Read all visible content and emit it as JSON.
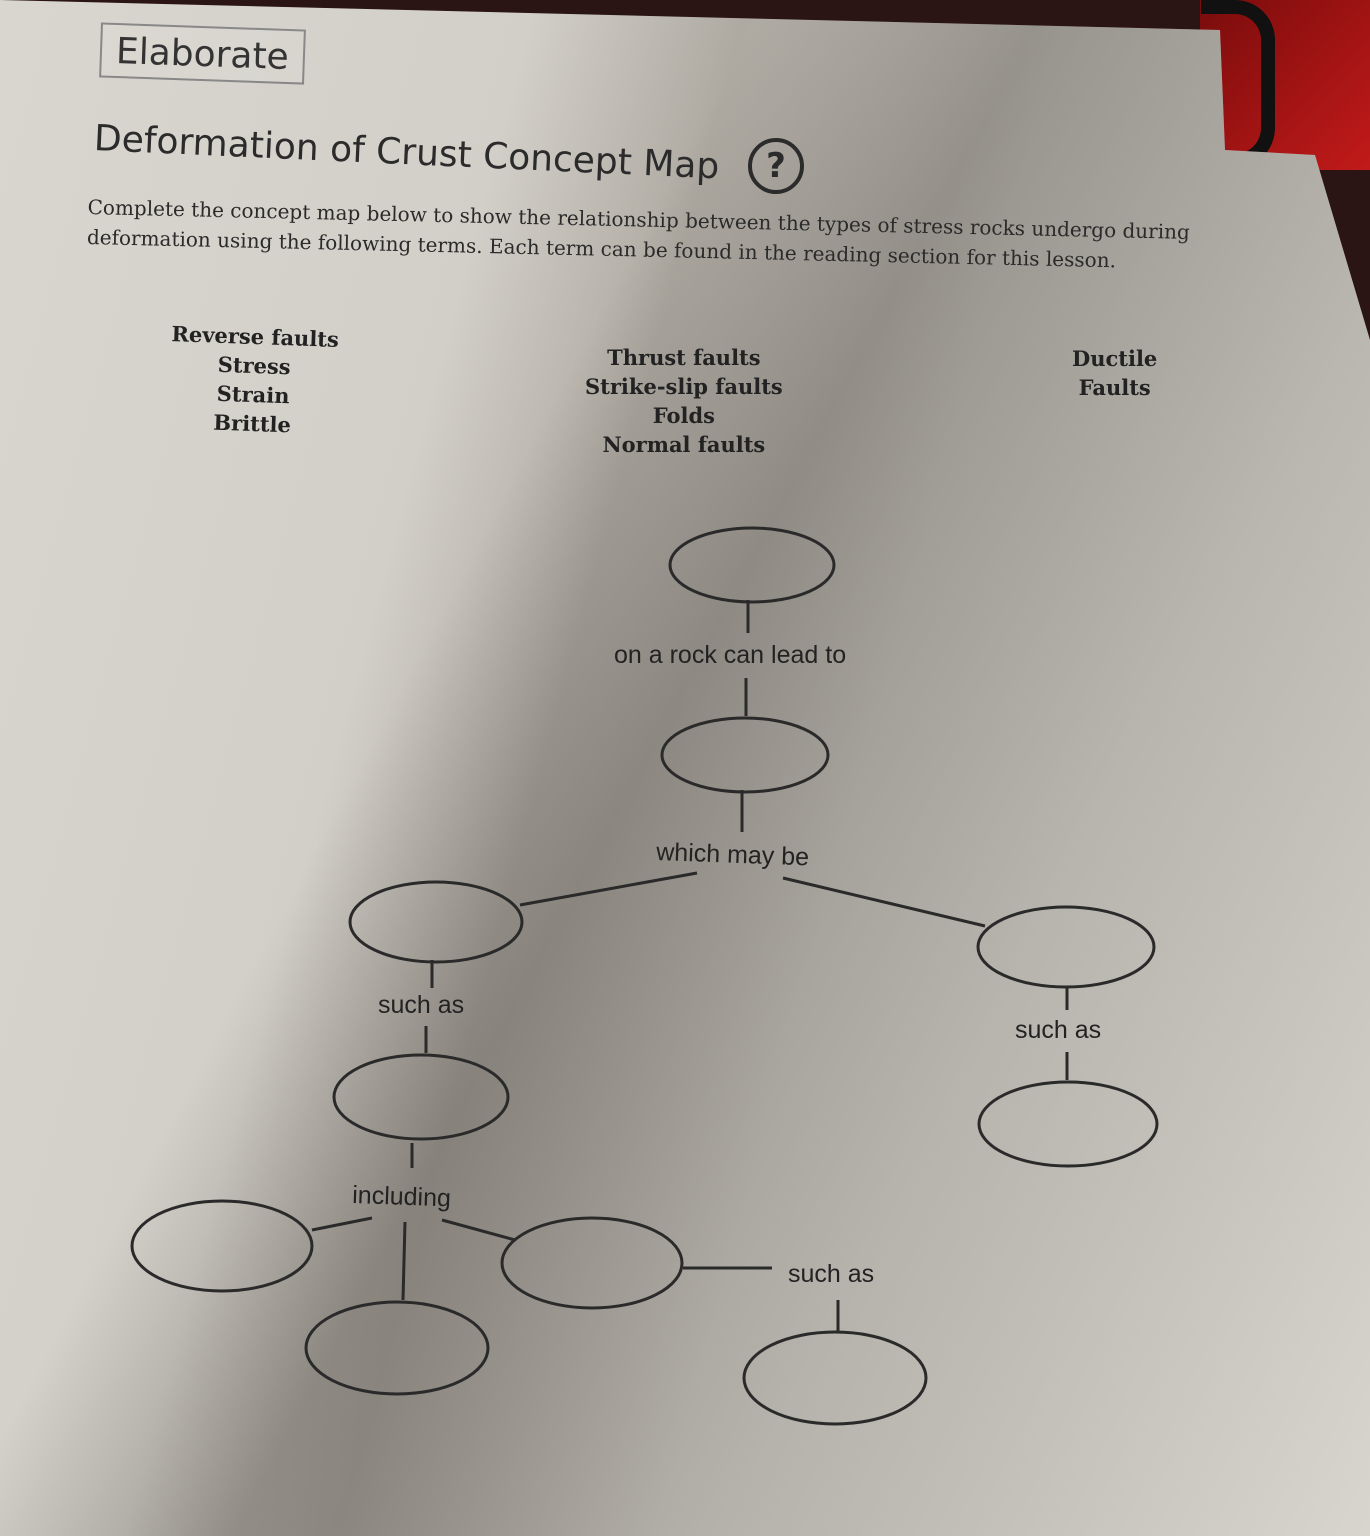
{
  "header": {
    "section_tab": "Elaborate",
    "title": "Deformation of Crust Concept Map",
    "help_icon": "?"
  },
  "instructions": {
    "line1": "Complete the concept map below to show the relationship between the types of stress rocks undergo during",
    "line2": "deformation using the following terms.  Each term can be found in the reading section for this lesson."
  },
  "word_bank": {
    "column1": [
      "Reverse faults",
      "Stress",
      "Strain",
      "Brittle"
    ],
    "column2": [
      "Thrust faults",
      "Strike-slip faults",
      "Folds",
      "Normal faults"
    ],
    "column3": [
      "Ductile",
      "Faults"
    ]
  },
  "concept_map": {
    "link_labels": {
      "top": "on a rock can lead to",
      "middle": "which may be",
      "left_such_as": "such as",
      "right_such_as": "such as",
      "including": "including",
      "bottom_such_as": "such as"
    },
    "blank_nodes": 10
  }
}
